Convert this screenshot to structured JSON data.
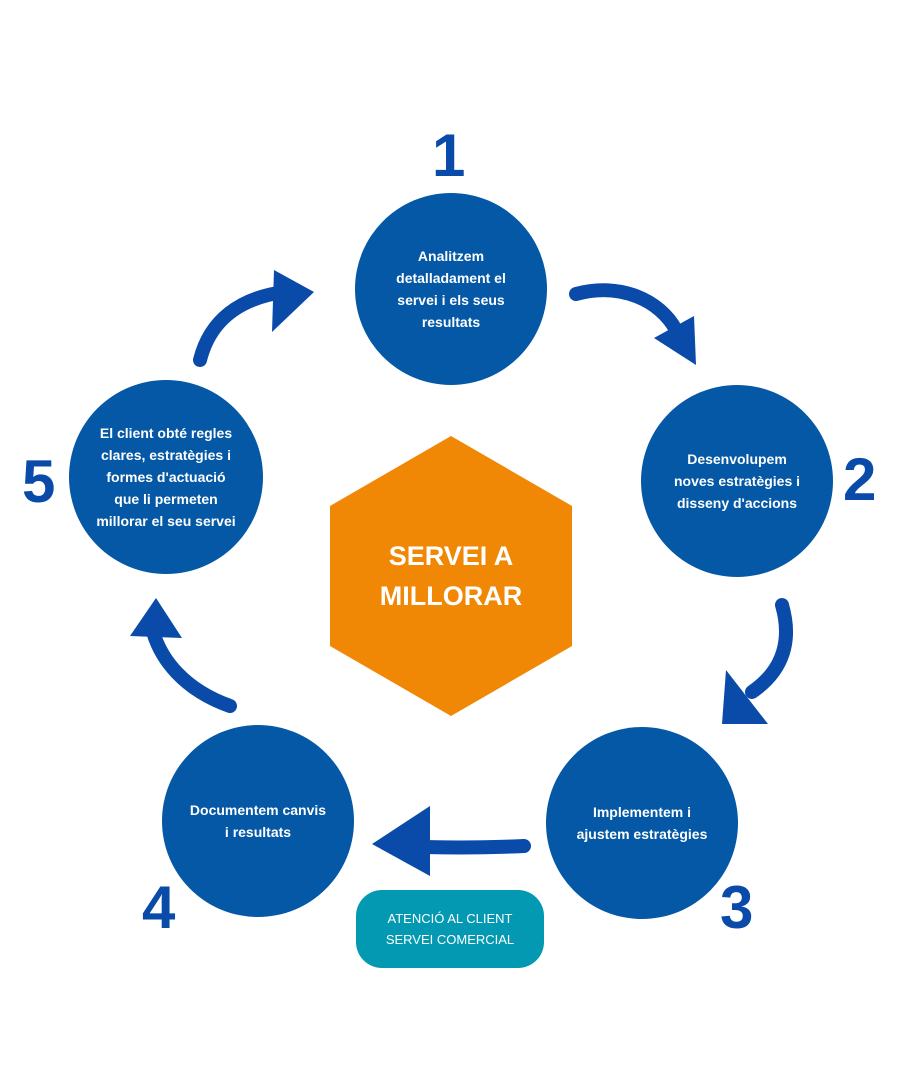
{
  "diagram": {
    "center": {
      "label": "SERVEI A\nMILLORAR",
      "color": "#f18805"
    },
    "steps": [
      {
        "number": "1",
        "text": "Analitzem\ndetalladament el\nservei i els seus\nresultats"
      },
      {
        "number": "2",
        "text": "Desenvolupem\nnoves estratègies i\ndisseny d'accions"
      },
      {
        "number": "3",
        "text": "Implementem i\najustem estratègies"
      },
      {
        "number": "4",
        "text": "Documentem canvis\ni resultats"
      },
      {
        "number": "5",
        "text": "El client obté regles\nclares, estratègies i\nformes d'actuació\nque li permeten\nmillorar el seu servei"
      }
    ],
    "badge": {
      "text": "ATENCIÓ AL CLIENT\nSERVEI COMERCIAL",
      "color": "#0399b3"
    },
    "colors": {
      "circle": "#0558a5",
      "number": "#0a4aa8",
      "arrow": "#0a4aa8"
    },
    "arrows": [
      {
        "from": "1",
        "to": "2"
      },
      {
        "from": "2",
        "to": "3"
      },
      {
        "from": "3",
        "to": "4"
      },
      {
        "from": "4",
        "to": "5"
      },
      {
        "from": "5",
        "to": "1"
      }
    ]
  }
}
